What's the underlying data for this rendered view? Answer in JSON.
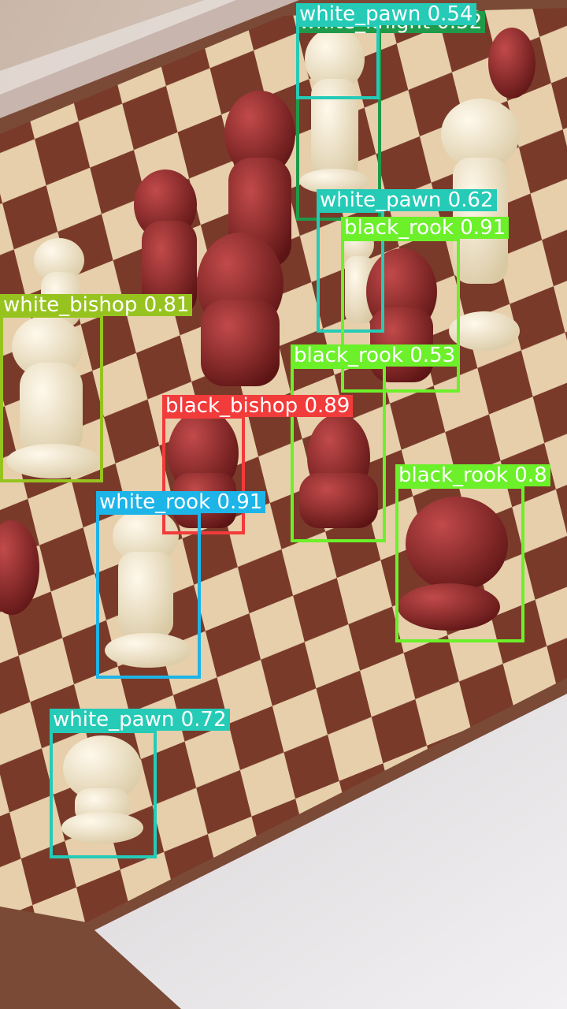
{
  "detections": [
    {
      "label": "white_knight 0.52",
      "color": "#1f9a4a"
    },
    {
      "label": "white_pawn 0.54",
      "color": "#25cbb6"
    },
    {
      "label": "white_pawn 0.62",
      "color": "#25cbb6"
    },
    {
      "label": "black_rook 0.91",
      "color": "#6cf02a"
    },
    {
      "label": "white_bishop 0.81",
      "color": "#97c31f"
    },
    {
      "label": "black_rook 0.53",
      "color": "#6cf02a"
    },
    {
      "label": "black_bishop 0.89",
      "color": "#f23b3b"
    },
    {
      "label": "black_rook 0.8",
      "color": "#6cf02a"
    },
    {
      "label": "white_rook 0.91",
      "color": "#1db4e8"
    },
    {
      "label": "white_pawn 0.72",
      "color": "#25cbb6"
    }
  ]
}
